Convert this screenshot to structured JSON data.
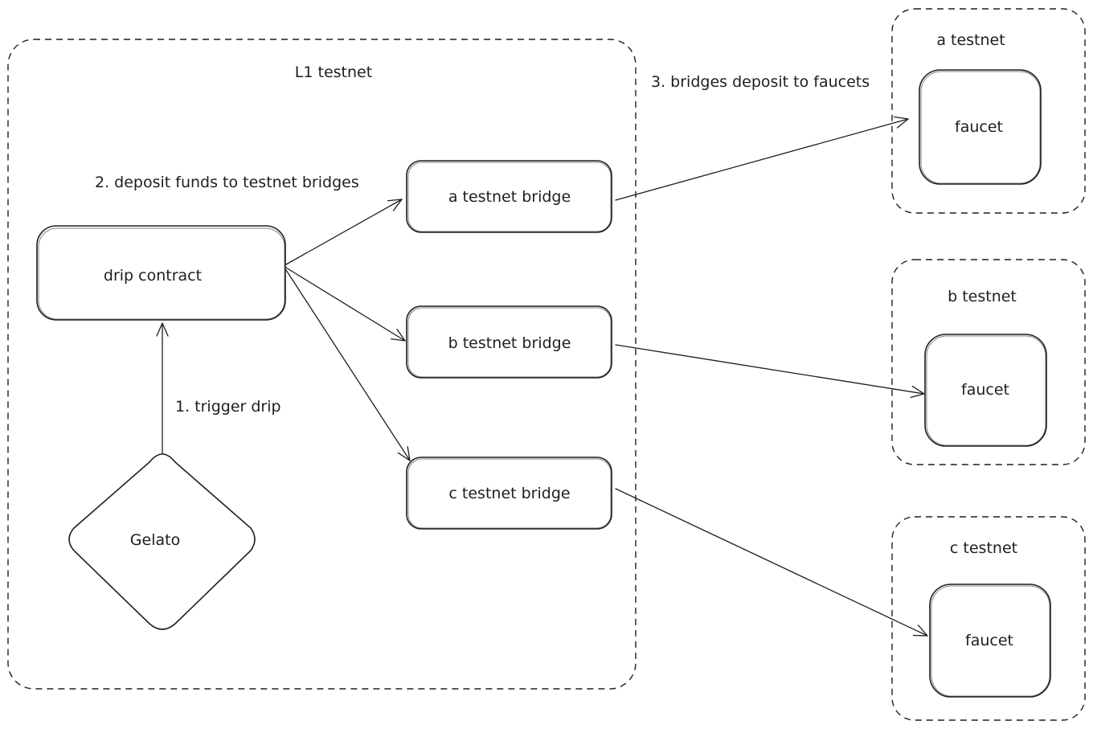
{
  "diagram": {
    "groups": {
      "l1": "L1 testnet",
      "a": "a testnet",
      "b": "b testnet",
      "c": "c testnet"
    },
    "nodes": {
      "drip_contract": "drip contract",
      "gelato": "Gelato",
      "a_bridge": "a testnet bridge",
      "b_bridge": "b testnet bridge",
      "c_bridge": "c testnet bridge",
      "faucet_a": "faucet",
      "faucet_b": "faucet",
      "faucet_c": "faucet"
    },
    "edges": {
      "trigger": "1. trigger drip",
      "deposit": "2. deposit funds to testnet bridges",
      "bridges_deposit": "3. bridges deposit to faucets"
    },
    "colors": {
      "ink": "#1e1e1e",
      "background": "#ffffff"
    }
  }
}
